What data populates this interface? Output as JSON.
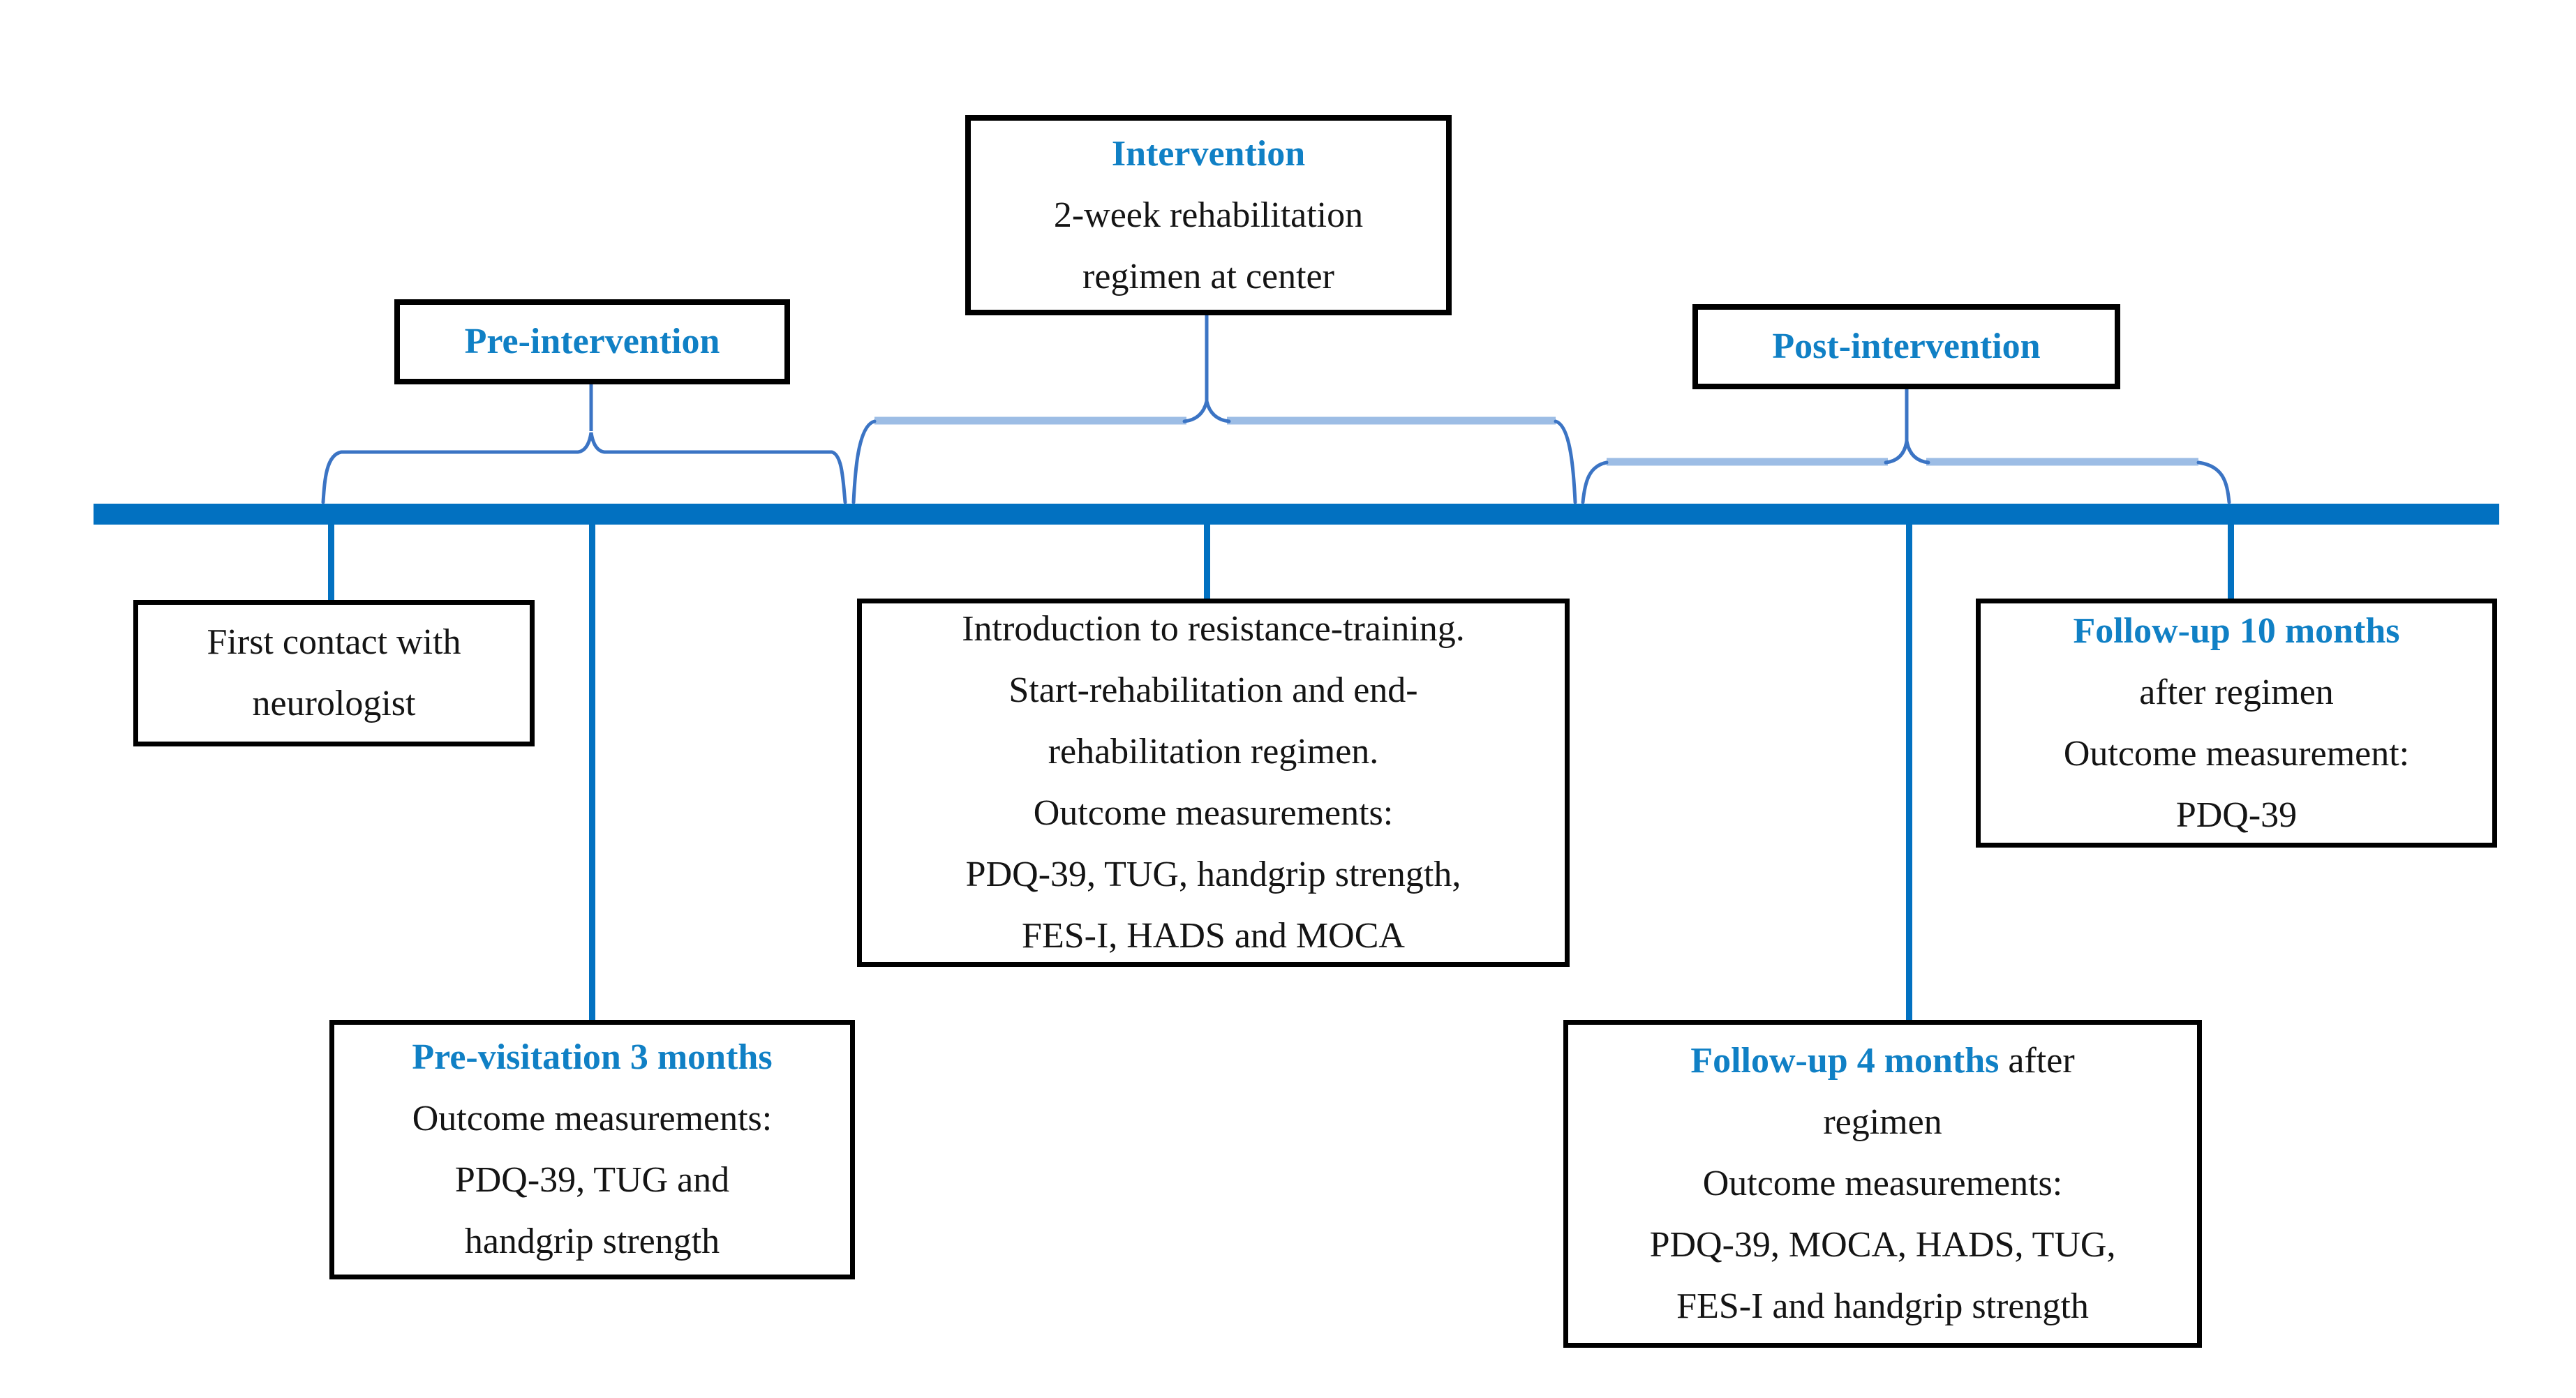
{
  "figure": {
    "type": "study-timeline-diagram",
    "colors": {
      "timeline_blue": "#0271c1",
      "brace_blue": "#3b74c4",
      "brace_light_blue": "#9dbde5",
      "heading_blue": "#1080c5",
      "text_black": "#141414",
      "box_border": "#000000"
    }
  },
  "phases": {
    "pre": {
      "label": "Pre-intervention"
    },
    "intervention": {
      "title": "Intervention",
      "line1": "2-week rehabilitation",
      "line2": "regimen at center"
    },
    "post": {
      "label": "Post-intervention"
    }
  },
  "events": {
    "first_contact": {
      "line1": "First contact with",
      "line2": "neurologist"
    },
    "intervention_detail": {
      "line1": "Introduction to resistance-training.",
      "line2": "Start-rehabilitation and end-",
      "line3": "rehabilitation regimen.",
      "line4": "Outcome measurements:",
      "line5": "PDQ-39, TUG, handgrip strength,",
      "line6": "FES-I, HADS and MOCA"
    },
    "followup_10": {
      "title": "Follow-up 10 months",
      "line1": "after regimen",
      "line2": "Outcome measurement:",
      "line3": "PDQ-39"
    },
    "pre_visitation": {
      "title": "Pre-visitation 3 months",
      "line1": "Outcome measurements:",
      "line2": "PDQ-39, TUG and",
      "line3": "handgrip strength"
    },
    "followup_4": {
      "title": "Follow-up 4 months",
      "title_suffix": " after",
      "line1": "regimen",
      "line2": "Outcome measurements:",
      "line3": "PDQ-39, MOCA, HADS, TUG,",
      "line4": "FES-I and handgrip strength"
    }
  }
}
